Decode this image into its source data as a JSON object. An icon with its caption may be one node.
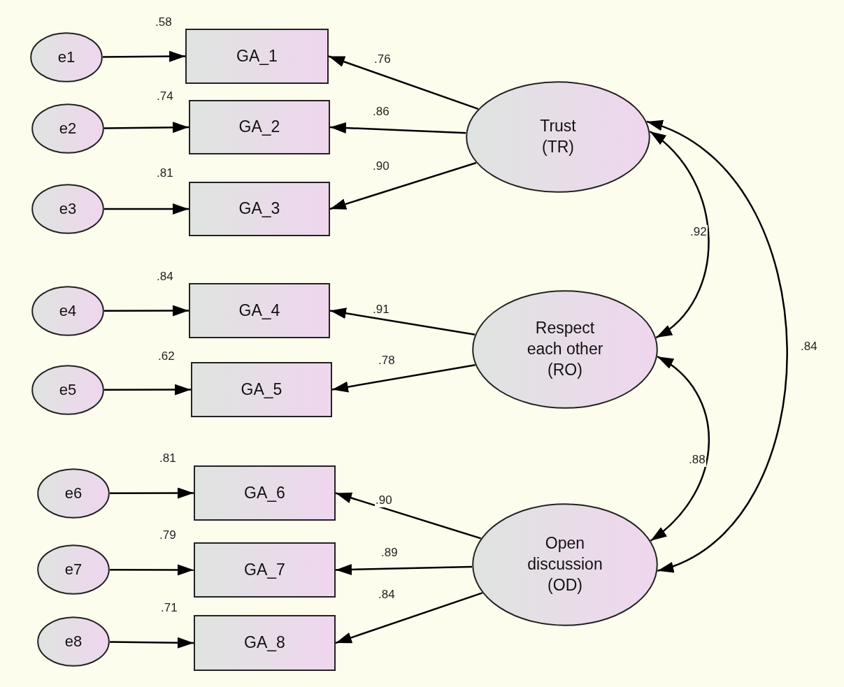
{
  "diagram": {
    "nodes": [
      {
        "text": [
          "e1"
        ]
      },
      {
        "text": [
          "GA_1"
        ],
        "beside": [
          ".58"
        ]
      },
      {
        "text": [
          "e2"
        ]
      },
      {
        "text": [
          "GA_2"
        ],
        "beside": [
          ".74"
        ]
      },
      {
        "text": [
          "e3"
        ]
      },
      {
        "text": [
          "GA_3"
        ],
        "beside": [
          ".81"
        ]
      },
      {
        "text": [
          "e4"
        ]
      },
      {
        "text": [
          "GA_4"
        ],
        "beside": [
          ".84"
        ]
      },
      {
        "text": [
          "e5"
        ]
      },
      {
        "text": [
          "GA_5"
        ],
        "beside": [
          ".62"
        ]
      },
      {
        "text": [
          "e6"
        ]
      },
      {
        "text": [
          "GA_6"
        ],
        "beside": [
          ".81"
        ]
      },
      {
        "text": [
          "e7"
        ]
      },
      {
        "text": [
          "GA_7"
        ],
        "beside": [
          ".79"
        ]
      },
      {
        "text": [
          "e8"
        ]
      },
      {
        "text": [
          "GA_8"
        ],
        "beside": [
          ".71"
        ]
      },
      {
        "text": [
          "Trust (TR)"
        ]
      },
      {
        "text": [
          "Respect each other (RO)"
        ]
      },
      {
        "text": [
          "Open discussion (OD)"
        ]
      }
    ],
    "edges": [
      {
        "from": 0,
        "to": 1,
        "arrow": "to"
      },
      {
        "from": 2,
        "to": 3,
        "arrow": "to"
      },
      {
        "from": 4,
        "to": 5,
        "arrow": "to"
      },
      {
        "from": 6,
        "to": 7,
        "arrow": "to"
      },
      {
        "from": 8,
        "to": 9,
        "arrow": "to"
      },
      {
        "from": 10,
        "to": 11,
        "arrow": "to"
      },
      {
        "from": 12,
        "to": 13,
        "arrow": "to"
      },
      {
        "from": 14,
        "to": 15,
        "arrow": "to"
      },
      {
        "from": 16,
        "to": 1,
        "arrow": "to",
        "label": ".76"
      },
      {
        "from": 16,
        "to": 3,
        "arrow": "to",
        "label": ".86"
      },
      {
        "from": 16,
        "to": 5,
        "arrow": "to",
        "label": ".90"
      },
      {
        "from": 17,
        "to": 7,
        "arrow": "to",
        "label": ".91"
      },
      {
        "from": 17,
        "to": 9,
        "arrow": "to",
        "label": ".78"
      },
      {
        "from": 18,
        "to": 11,
        "arrow": "to",
        "label": ".90"
      },
      {
        "from": 18,
        "to": 13,
        "arrow": "to",
        "label": ".89"
      },
      {
        "from": 18,
        "to": 15,
        "arrow": "to",
        "label": ".84"
      },
      {
        "from": 16,
        "to": 17,
        "arrow": "both",
        "label": ".92"
      },
      {
        "from": 17,
        "to": 18,
        "arrow": "both",
        "label": ".88"
      },
      {
        "from": 16,
        "to": 18,
        "arrow": "both",
        "label": ".84"
      }
    ]
  }
}
